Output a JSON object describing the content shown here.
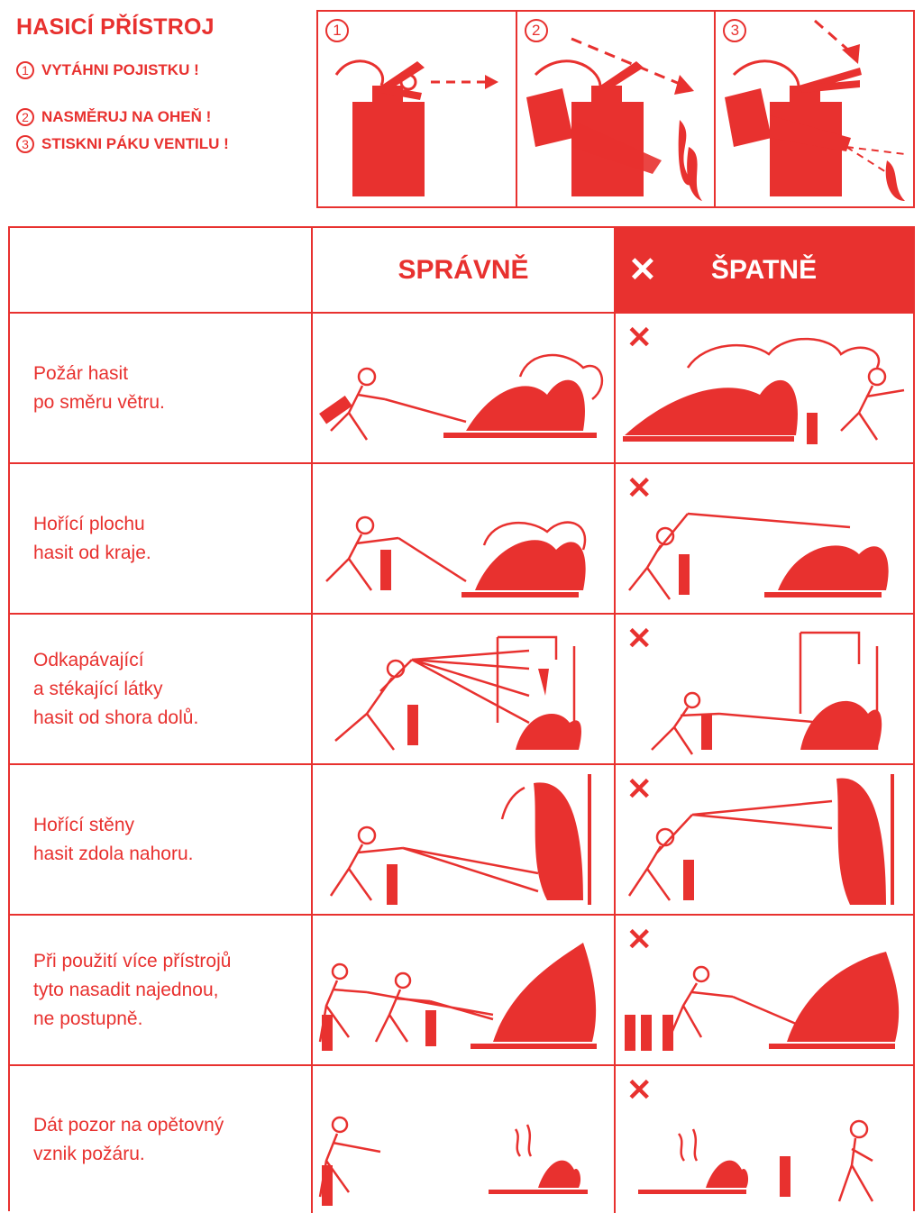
{
  "header": {
    "title": "HASICÍ PŘÍSTROJ",
    "steps": [
      {
        "num": "1",
        "text": "VYTÁHNI POJISTKU !"
      },
      {
        "num": "2",
        "text": "NASMĚRUJ NA OHEŇ !"
      },
      {
        "num": "3",
        "text": "STISKNI PÁKU VENTILU !"
      }
    ]
  },
  "panels": [
    {
      "num": "1"
    },
    {
      "num": "2"
    },
    {
      "num": "3"
    }
  ],
  "table": {
    "col_correct": "SPRÁVNĚ",
    "col_wrong": "ŠPATNĚ",
    "wrong_mark": "✕",
    "rows": [
      {
        "text": "Požár hasit\npo směru větru.",
        "wrong_mark": "✕"
      },
      {
        "text": "Hořící plochu\nhasit od kraje.",
        "wrong_mark": "✕"
      },
      {
        "text": "Odkapávající\na stékající látky\nhasit od shora dolů.",
        "wrong_mark": "✕"
      },
      {
        "text": "Hořící stěny\nhasit zdola nahoru.",
        "wrong_mark": "✕"
      },
      {
        "text": "Při použití více přístrojů\ntyto nasadit najednou,\nne postupně.",
        "wrong_mark": "✕"
      },
      {
        "text": "Dát pozor na opětovný\nvznik požáru.",
        "wrong_mark": "✕"
      }
    ]
  },
  "colors": {
    "accent": "#e8312f",
    "background": "#ffffff"
  }
}
